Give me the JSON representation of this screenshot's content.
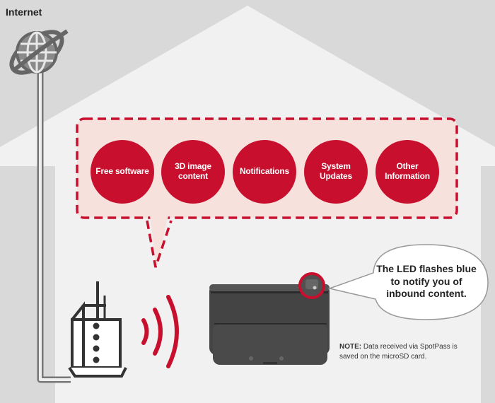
{
  "colors": {
    "background": "#d9d9d9",
    "house": "#f1f1f1",
    "accent": "#c8102e",
    "bubble_fill": "#f6e1dd",
    "wire": "#777777",
    "device": "#3a3a3a"
  },
  "internet": {
    "label": "Internet",
    "icon": "globe-icon"
  },
  "content_types": [
    {
      "label": "Free software"
    },
    {
      "label": "3D image content"
    },
    {
      "label": "Notifications"
    },
    {
      "label": "System Updates"
    },
    {
      "label": "Other Information"
    }
  ],
  "led_callout": {
    "text": "The LED flashes blue to notify you of inbound content."
  },
  "note": {
    "label": "NOTE:",
    "text": "Data received via SpotPass is saved on the microSD card."
  },
  "icons": [
    "globe-icon",
    "router-icon",
    "wifi-waves-icon",
    "console-icon",
    "led-indicator-icon"
  ]
}
